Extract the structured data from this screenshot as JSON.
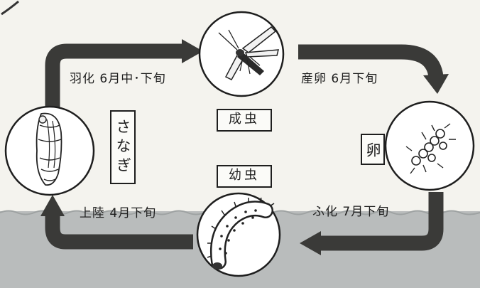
{
  "stages": {
    "adult": "成虫",
    "egg": "卵",
    "larva": "幼虫",
    "pupa": "さなぎ"
  },
  "transitions": {
    "emergence": "羽化 6月中･下旬",
    "oviposition": "産卵 6月下旬",
    "hatching": "ふ化 7月下旬",
    "landing": "上陸 4月下旬"
  },
  "colors": {
    "arrow": "#3a3a38",
    "water": "#b9bcbc",
    "paper": "#f4f3ee",
    "ink": "#1e1e1e"
  }
}
